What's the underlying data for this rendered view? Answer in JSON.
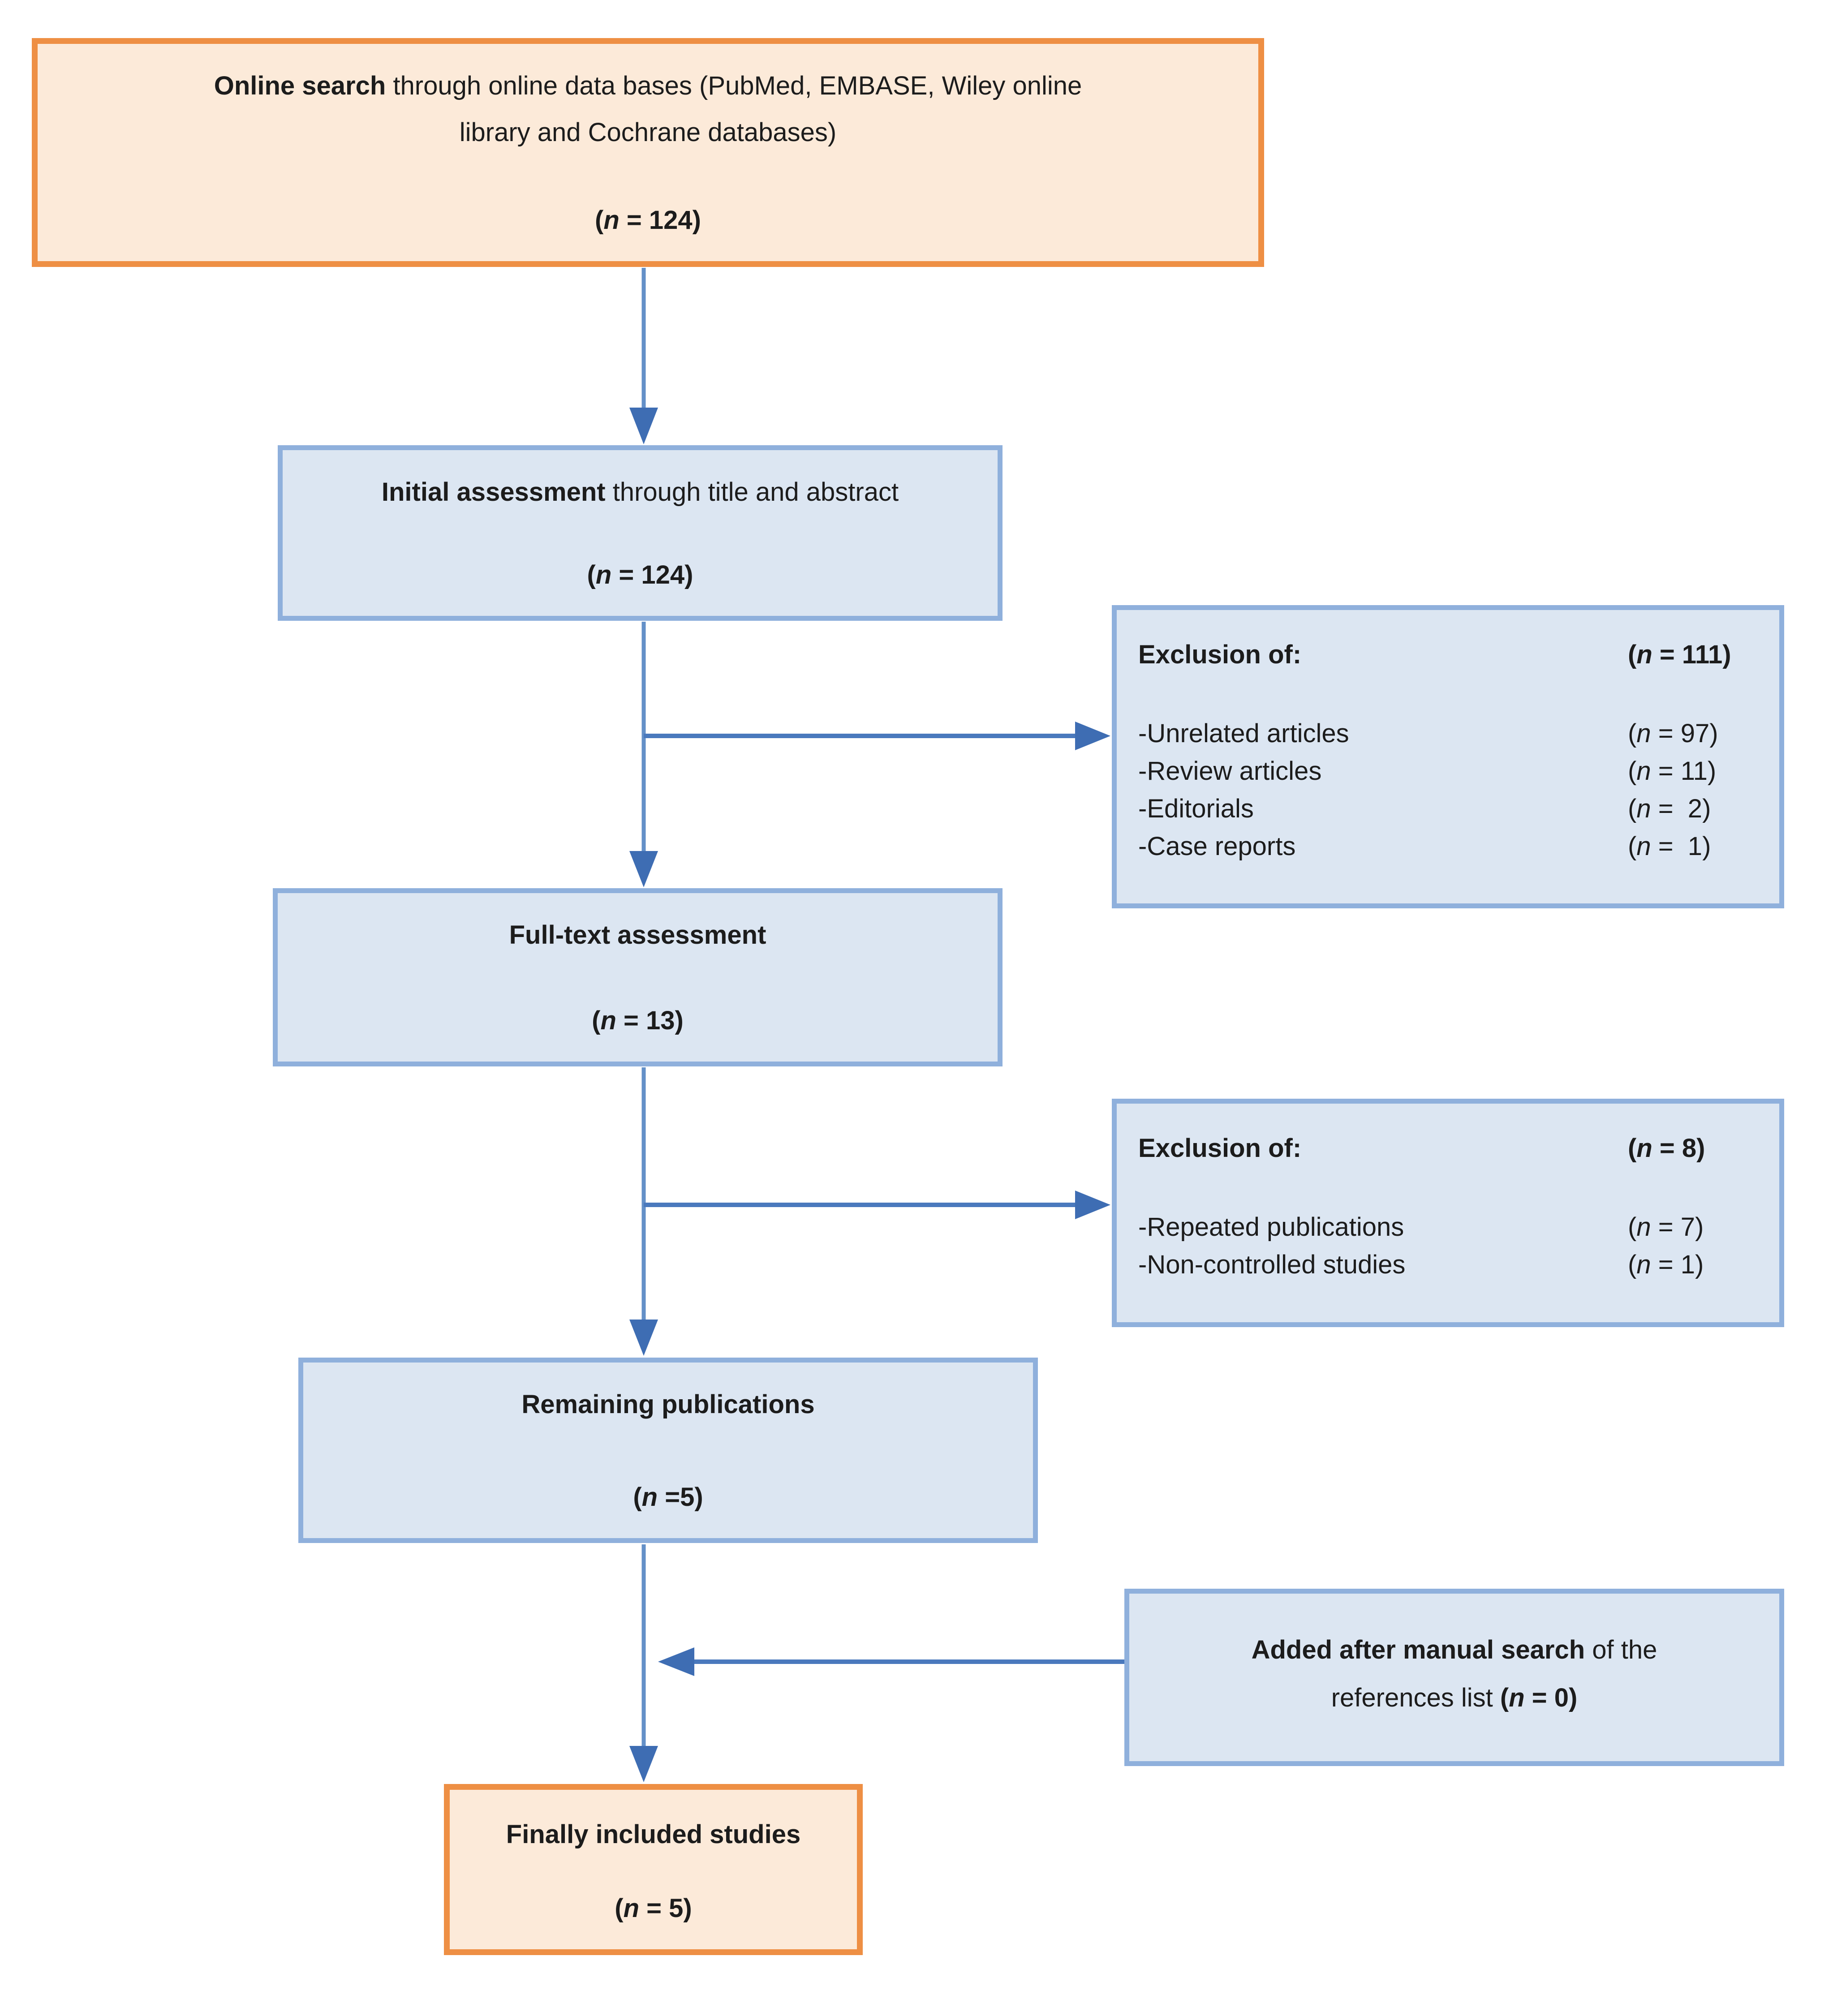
{
  "palette": {
    "orange_border": "#ee8f44",
    "orange_fill": "#fcead9",
    "blue_border": "#8fb0dc",
    "blue_fill": "#dce6f2",
    "arrow_line": "#6490c8",
    "arrow_head": "#3e6db3",
    "text": "#1c1c1c"
  },
  "boxes": {
    "online_search": {
      "line1_bold": "Online search",
      "line1_rest": " through online data bases (PubMed, EMBASE, Wiley online",
      "line2": "library and Cochrane databases)",
      "count": {
        "pre": "(",
        "it": "n",
        "post": " = 124)"
      }
    },
    "initial_assessment": {
      "title_bold": "Initial assessment",
      "title_rest": " through title and abstract",
      "count": {
        "pre": "(",
        "it": "n",
        "post": " = 124)"
      }
    },
    "exclusion_1": {
      "heading": "Exclusion of:",
      "count": {
        "pre": "(",
        "it": "n",
        "post": " = 111)"
      },
      "items": [
        {
          "label": "-Unrelated articles",
          "count": {
            "pre": "(",
            "it": "n",
            "post": " = 97)"
          }
        },
        {
          "label": "-Review articles",
          "count": {
            "pre": "(",
            "it": "n",
            "post": " = 11)"
          }
        },
        {
          "label": "-Editorials",
          "count": {
            "pre": "(",
            "it": "n",
            "post": " =  2)"
          }
        },
        {
          "label": "-Case reports",
          "count": {
            "pre": "(",
            "it": "n",
            "post": " =  1)"
          }
        }
      ]
    },
    "full_text": {
      "title_bold": "Full-text assessment",
      "count": {
        "pre": "(",
        "it": "n",
        "post": " = 13)"
      }
    },
    "exclusion_2": {
      "heading": "Exclusion of:",
      "count": {
        "pre": "(",
        "it": "n",
        "post": " = 8)"
      },
      "items": [
        {
          "label": "-Repeated publications",
          "count": {
            "pre": "(",
            "it": "n",
            "post": " = 7)"
          }
        },
        {
          "label": "-Non-controlled studies",
          "count": {
            "pre": "(",
            "it": "n",
            "post": " = 1)"
          }
        }
      ]
    },
    "remaining": {
      "title_bold": "Remaining publications",
      "count": {
        "pre": "(",
        "it": "n",
        "post": " =5)"
      }
    },
    "manual_search": {
      "line1_bold": "Added after manual search",
      "line1_rest": " of the",
      "line2_rest": "references list ",
      "count": {
        "pre": "(",
        "it": "n",
        "post": " = 0)"
      }
    },
    "final": {
      "title_bold": "Finally included studies",
      "count": {
        "pre": "(",
        "it": "n",
        "post": " = 5)"
      }
    }
  }
}
